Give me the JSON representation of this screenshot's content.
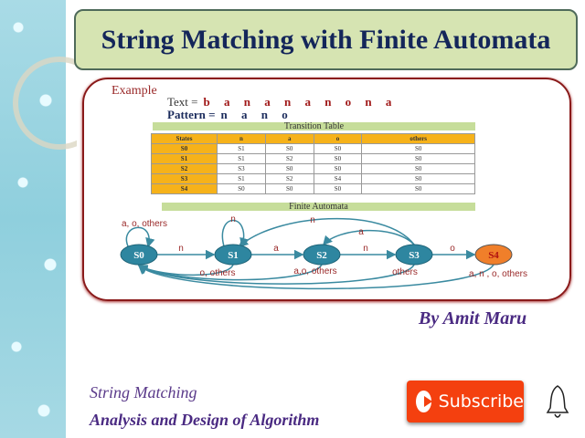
{
  "title": "String Matching with Finite Automata",
  "example": {
    "label": "Example",
    "text_label": "Text =",
    "text": "b a n a n a n o n a",
    "pattern_label": "Pattern =",
    "pattern": "n a n o"
  },
  "table": {
    "caption": "Transition Table",
    "headers": [
      "States",
      "n",
      "a",
      "o",
      "others"
    ],
    "rows": [
      [
        "S0",
        "S1",
        "S0",
        "S0",
        "S0"
      ],
      [
        "S1",
        "S1",
        "S2",
        "S0",
        "S0"
      ],
      [
        "S2",
        "S3",
        "S0",
        "S0",
        "S0"
      ],
      [
        "S3",
        "S1",
        "S2",
        "S4",
        "S0"
      ],
      [
        "S4",
        "S0",
        "S0",
        "S0",
        "S0"
      ]
    ],
    "state_color": "#f6b21a"
  },
  "automaton": {
    "caption": "Finite Automata",
    "states": [
      "S0",
      "S1",
      "S2",
      "S3",
      "S4"
    ],
    "final_state": "S4",
    "state_color": "#2e86a0",
    "final_color": "#f07f2a",
    "labels": {
      "s0_loop": "a, o, others",
      "s1_loop": "n",
      "s0_s1": "n",
      "s1_s2": "a",
      "s2_s3": "n",
      "s3_s4": "o",
      "s3_s1": "n",
      "s3_s2": "a",
      "s1_s0": "o,  others",
      "s2_s0": "a,o,  others",
      "s3_s0": "others",
      "s4_s0": "a,   n , o, others"
    }
  },
  "author": "By Amit Maru",
  "footer": {
    "topic": "String Matching",
    "course": "Analysis and Design of Algorithm"
  },
  "subscribe_label": "Subscribe"
}
